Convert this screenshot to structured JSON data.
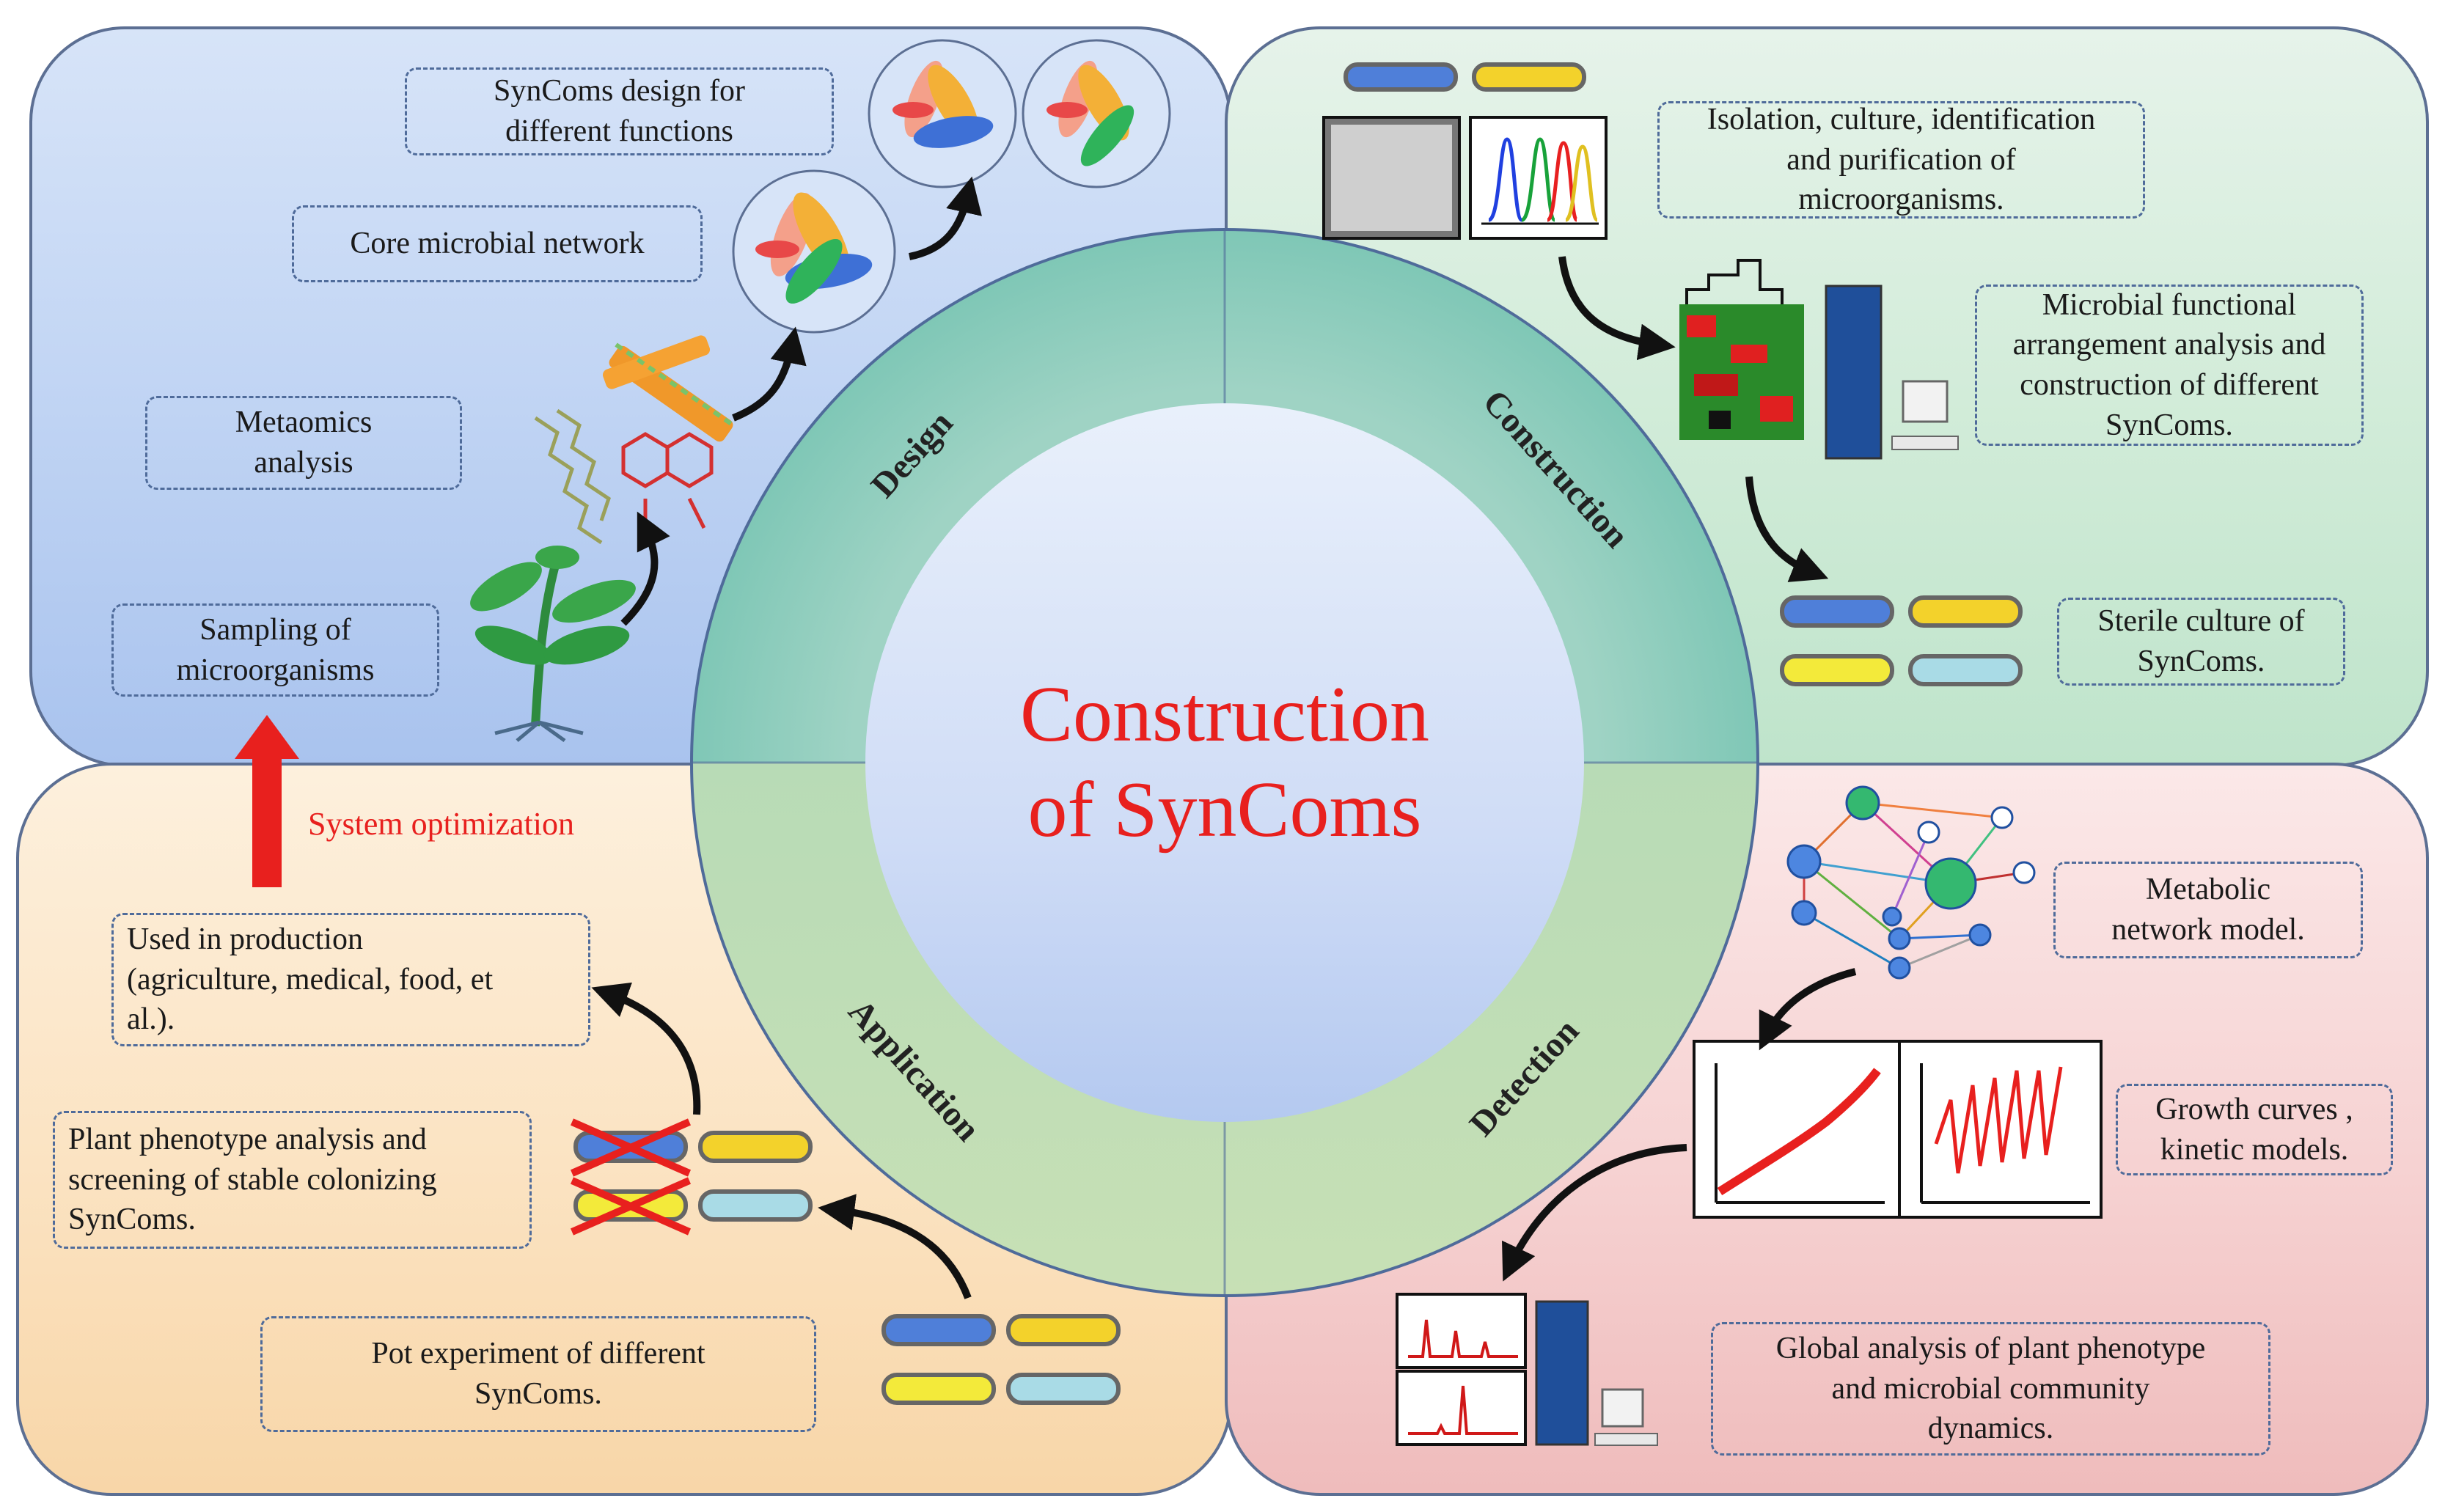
{
  "title": {
    "line1": "Construction",
    "line2": "of SynComs"
  },
  "ring": {
    "design": "Design",
    "construction": "Construction",
    "application": "Application",
    "detection": "Detection"
  },
  "design": {
    "syncoms_design": "SynComs design for\ndifferent functions",
    "core_network": "Core microbial network",
    "metaomics": "Metaomics\nanalysis",
    "sampling": "Sampling of\nmicroorganisms"
  },
  "construction": {
    "isolation": "Isolation, culture, identification\nand purification of\nmicroorganisms.",
    "functional": "Microbial functional\narrangement analysis and\nconstruction of different\nSynComs.",
    "sterile": "Sterile culture of\nSynComs."
  },
  "application": {
    "system_optimization": "System optimization",
    "production": "Used in production\n(agriculture, medical, food, et\nal.).",
    "phenotype": "Plant phenotype analysis and\nscreening of stable colonizing\nSynComs.",
    "pot": "Pot experiment of different\nSynComs."
  },
  "detection": {
    "metabolic": "Metabolic\nnetwork model.",
    "growth": "Growth curves ,\nkinetic models.",
    "global": "Global analysis of plant phenotype\nand microbial community\ndynamics."
  },
  "colors": {
    "title": "#e8201e",
    "arrow_red": "#e8201e",
    "dish_blue": "#4f7fd9",
    "dish_yellow": "#f3d22b",
    "dish_cyan": "#a9dbe6",
    "node_green": "#34b870",
    "node_blue": "#4d86e0"
  }
}
